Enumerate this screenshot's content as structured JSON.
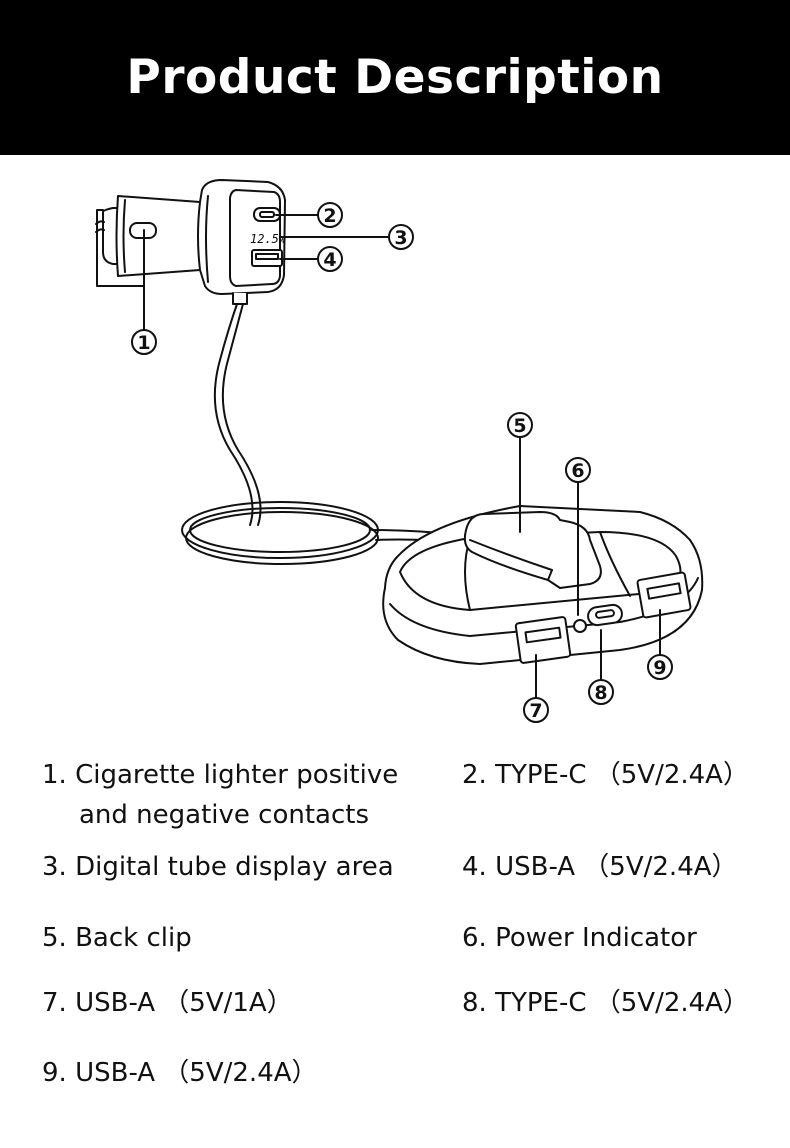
{
  "header": {
    "title": "Product Description"
  },
  "callouts": [
    "1",
    "2",
    "3",
    "4",
    "5",
    "6",
    "7",
    "8",
    "9"
  ],
  "display_reading": "12.5w",
  "items": [
    {
      "line1": "1. Cigarette lighter positive",
      "line2": "and negative contacts"
    },
    {
      "line1": "2. TYPE-C （5V/2.4A）"
    },
    {
      "line1": "3. Digital tube display area"
    },
    {
      "line1": "4. USB-A （5V/2.4A）"
    },
    {
      "line1": "5. Back clip"
    },
    {
      "line1": "6. Power Indicator"
    },
    {
      "line1": "7. USB-A （5V/1A）"
    },
    {
      "line1": "8. TYPE-C （5V/2.4A）"
    },
    {
      "line1": "9. USB-A （5V/2.4A）"
    }
  ]
}
